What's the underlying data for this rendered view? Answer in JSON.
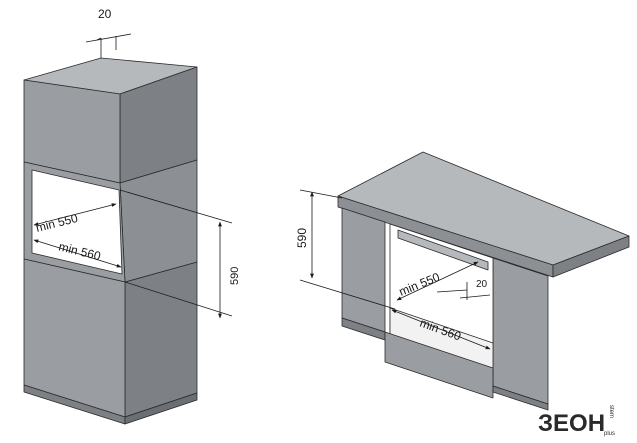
{
  "cabinet_left": {
    "labels": {
      "top_gap": "20",
      "width_min": "min 560",
      "depth_min": "min 550",
      "height": "590"
    }
  },
  "cabinet_right": {
    "labels": {
      "height": "590",
      "depth_min": "min 550",
      "gap": "20",
      "width_min": "min 560"
    }
  },
  "logo": {
    "mark": "ЗЕОН",
    "side_text": "stem",
    "sub_text": "plus",
    "colors": {
      "mark": "#2a2a2a"
    }
  },
  "colors": {
    "panel_dark": "#7d8084",
    "panel_mid": "#9a9da1",
    "panel_light": "#b6b9bc",
    "outline": "#2b2b2b",
    "line": "#1a1a1a"
  }
}
